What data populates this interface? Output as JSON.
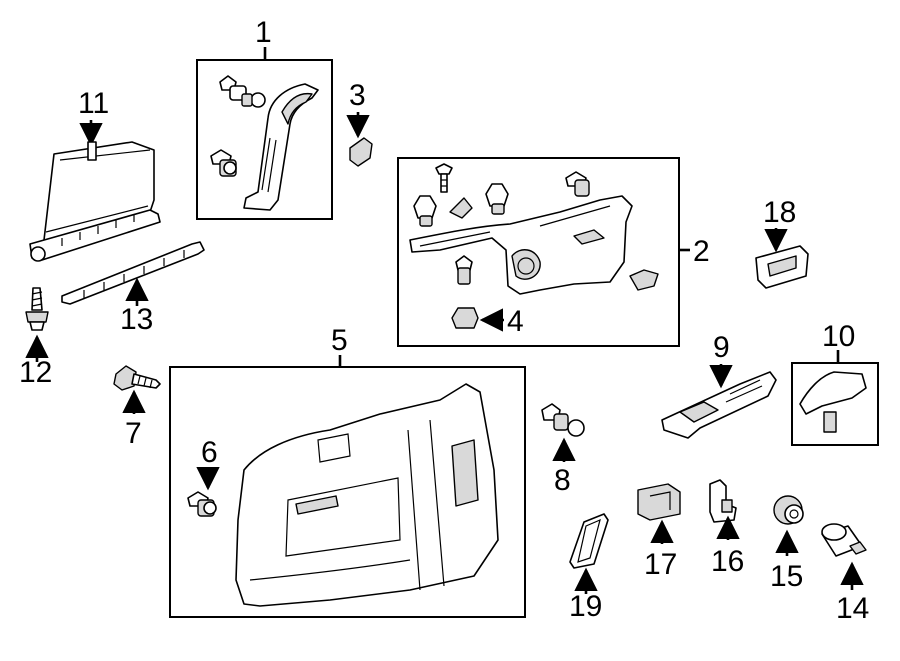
{
  "callouts": {
    "c1": "1",
    "c2": "2",
    "c3": "3",
    "c4": "4",
    "c5": "5",
    "c6": "6",
    "c7": "7",
    "c8": "8",
    "c9": "9",
    "c10": "10",
    "c11": "11",
    "c12": "12",
    "c13": "13",
    "c14": "14",
    "c15": "15",
    "c16": "16",
    "c17": "17",
    "c18": "18",
    "c19": "19"
  },
  "colors": {
    "line": "#000000",
    "shade": "#d9d9d9",
    "background": "#ffffff"
  }
}
